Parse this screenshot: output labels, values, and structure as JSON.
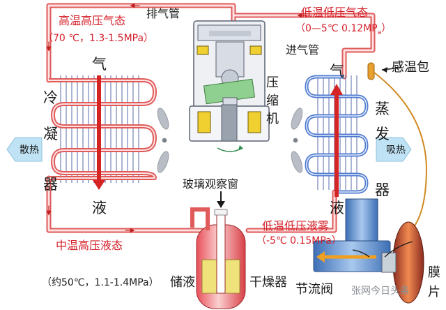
{
  "labels": {
    "hot_gas_title": "高温高压气态",
    "hot_gas_params": "（70 ℃，1.3-1.5MPa）",
    "discharge_pipe": "排气管",
    "cold_gas_title": "低温低压气态",
    "cold_gas_params": "（0—5℃ 0.12MP",
    "cold_gas_suffix": "a",
    "suction_pipe": "进气管",
    "temp_bulb": "感温包",
    "compressor": [
      "压",
      "缩",
      "机"
    ],
    "condenser": [
      "冷",
      "凝",
      "器"
    ],
    "evaporator": [
      "蒸",
      "发",
      "器"
    ],
    "cond_gas": "气",
    "cond_liquid": "液",
    "evap_gas": "气",
    "evap_liquid": "液",
    "heat_release": "散热",
    "heat_absorb": "吸热",
    "sight_glass": "玻璃观察窗",
    "mist_title": "低温低压液雾",
    "mist_params": "（-5℃ 0.15MPa）",
    "warm_liquid_title": "中温高压液态",
    "warm_liquid_params": "（约50℃，1.1-1.4MPa）",
    "receiver": "储液",
    "dryer": "干燥器",
    "throttle": "节流阀",
    "watermark": "张网今日头条",
    "diaphragm": [
      "膜",
      "片"
    ]
  },
  "colors": {
    "pipe_red": "#e05a5a",
    "pipe_pink": "#f4b6b6",
    "text_red": "#d4202a",
    "coil_blue": "#3a4f9c",
    "bubble_blue": "#bfe3f5",
    "bulb_orange": "#e8a030"
  }
}
